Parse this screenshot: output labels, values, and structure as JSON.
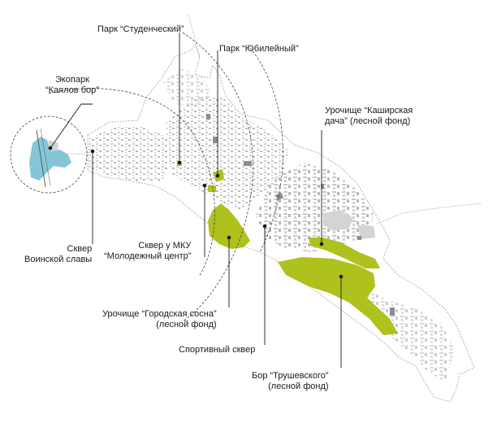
{
  "labels": {
    "park_student": "Парк  “Студенческий”",
    "park_jubilee": "Парк “Юбилейный”",
    "ecopark_l1": "Экопарк",
    "ecopark_l2": "“Каялов бор”",
    "kashir_l1": "Урочище “Каширская",
    "kashir_l2": "дача” (лесной фонд)",
    "skver_glory_l1": "Сквер",
    "skver_glory_l2": "Воинской славы",
    "skver_mku_l1": "Сквер у МКУ",
    "skver_mku_l2": "“Молодежный центр”",
    "gorod_sosna_l1": "Урочище “Городская сосна”",
    "gorod_sosna_l2": "(лесной фонд)",
    "sport_skver": "Спортивный сквер",
    "bor_l1": "Бор “Трушевского”",
    "bor_l2": "(лесной фонд)"
  },
  "colors": {
    "forest": "#aec11d",
    "water": "#86c5d8",
    "building": "#c9c9c9",
    "building_dark": "#8d8d8d",
    "boundary": "#9a9a9a",
    "leader": "#1a1a1a"
  }
}
